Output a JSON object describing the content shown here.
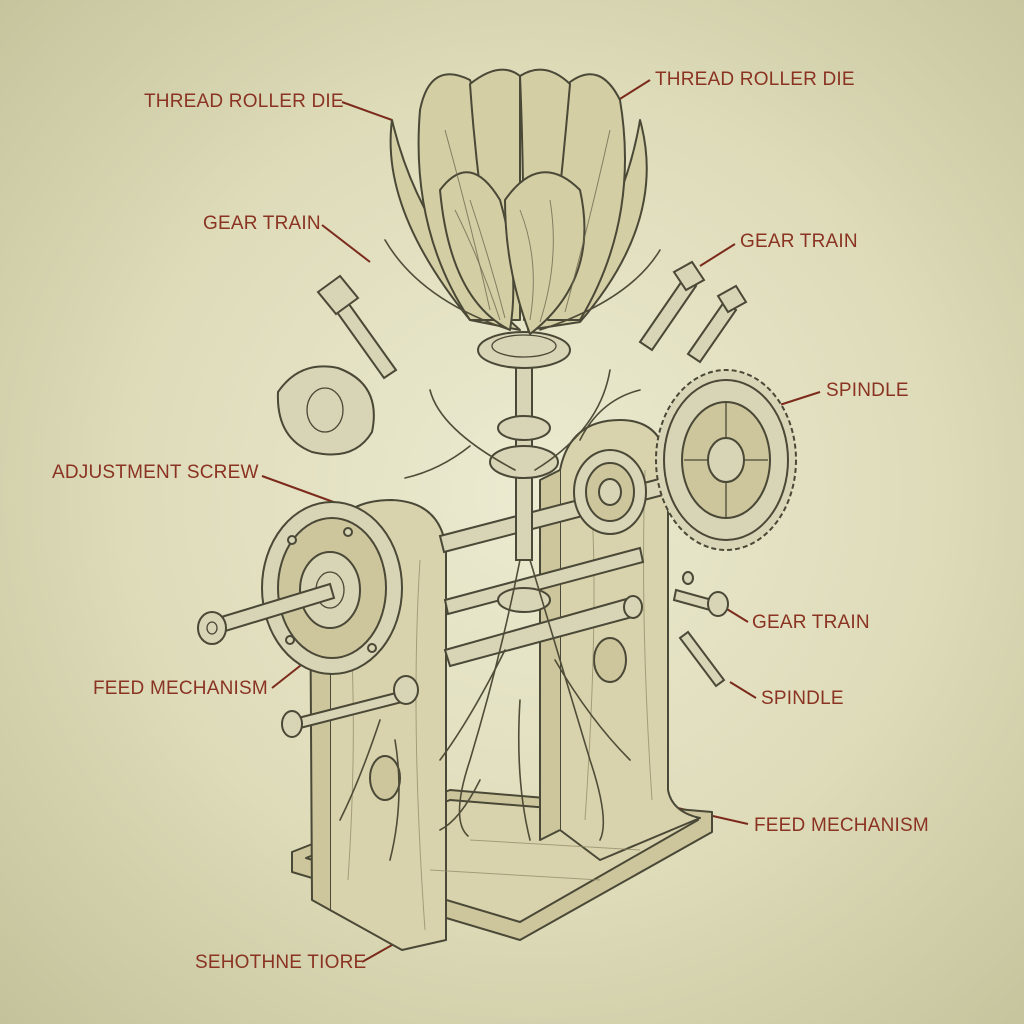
{
  "accent_color": "#8a3322",
  "labels": [
    {
      "id": "thread-roller-die-left",
      "text": "THREAD ROLLER DIE"
    },
    {
      "id": "thread-roller-die-right",
      "text": "THREAD ROLLER DIE"
    },
    {
      "id": "gear-train-left",
      "text": "GEAR TRAIN"
    },
    {
      "id": "gear-train-right-top",
      "text": "GEAR TRAIN"
    },
    {
      "id": "spindle-top",
      "text": "SPINDLE"
    },
    {
      "id": "adjustment-screw",
      "text": "ADJUSTMENT SCREW"
    },
    {
      "id": "gear-train-right-mid",
      "text": "GEAR TRAIN"
    },
    {
      "id": "feed-mechanism-left",
      "text": "FEED MECHANISM"
    },
    {
      "id": "spindle-bottom",
      "text": "SPINDLE"
    },
    {
      "id": "feed-mechanism-right",
      "text": "FEED MECHANISM"
    },
    {
      "id": "base-label",
      "text": "SEHOTHNE TIORE"
    }
  ]
}
